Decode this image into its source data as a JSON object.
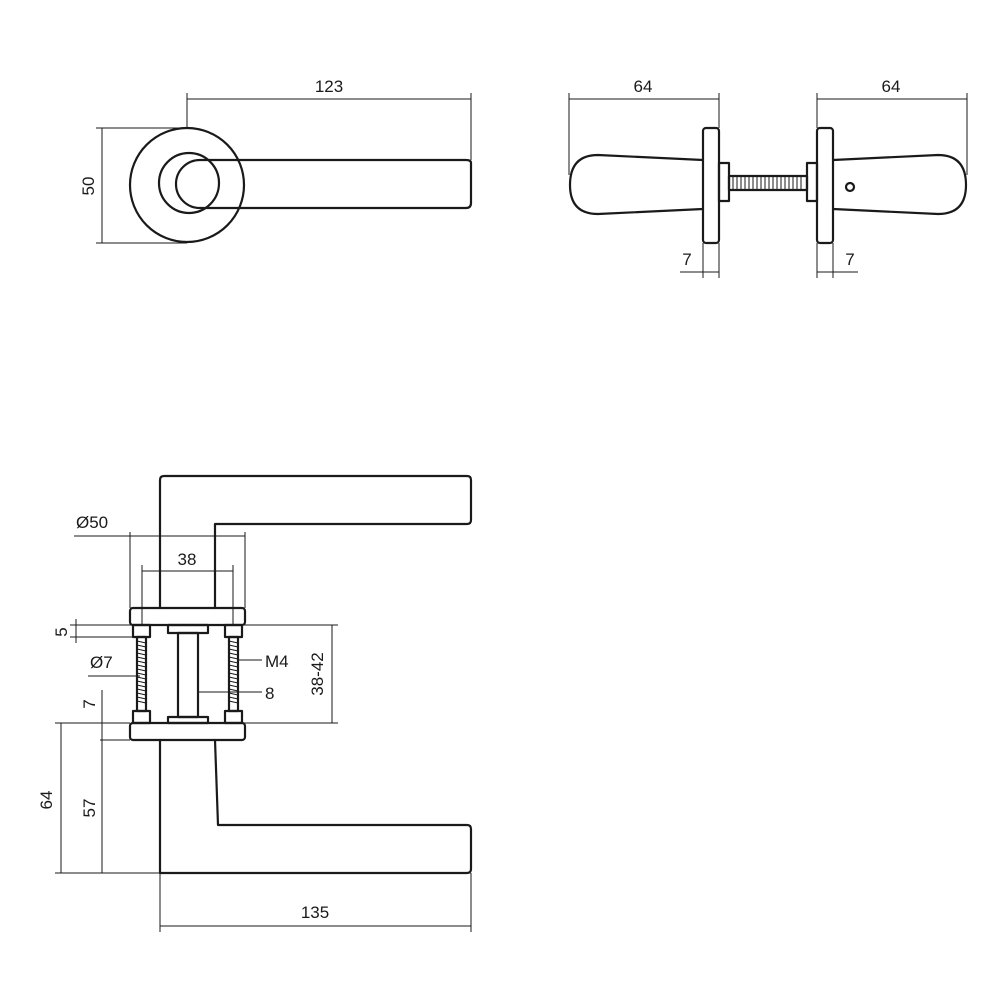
{
  "colors": {
    "line": "#1a1a1a",
    "background": "#ffffff"
  },
  "top_view": {
    "length": "123",
    "height": "50"
  },
  "side_view": {
    "left_length": "64",
    "right_length": "64",
    "left_rose": "7",
    "right_rose": "7"
  },
  "front_view": {
    "rose_diameter": "Ø50",
    "screw_spacing": "38",
    "rose_thickness": "5",
    "screw_diameter": "Ø7",
    "thread": "M4",
    "spindle": "8",
    "door_thickness": "38-42",
    "rose_height": "7",
    "total_height": "64",
    "lever_height": "57",
    "lever_length": "135"
  }
}
